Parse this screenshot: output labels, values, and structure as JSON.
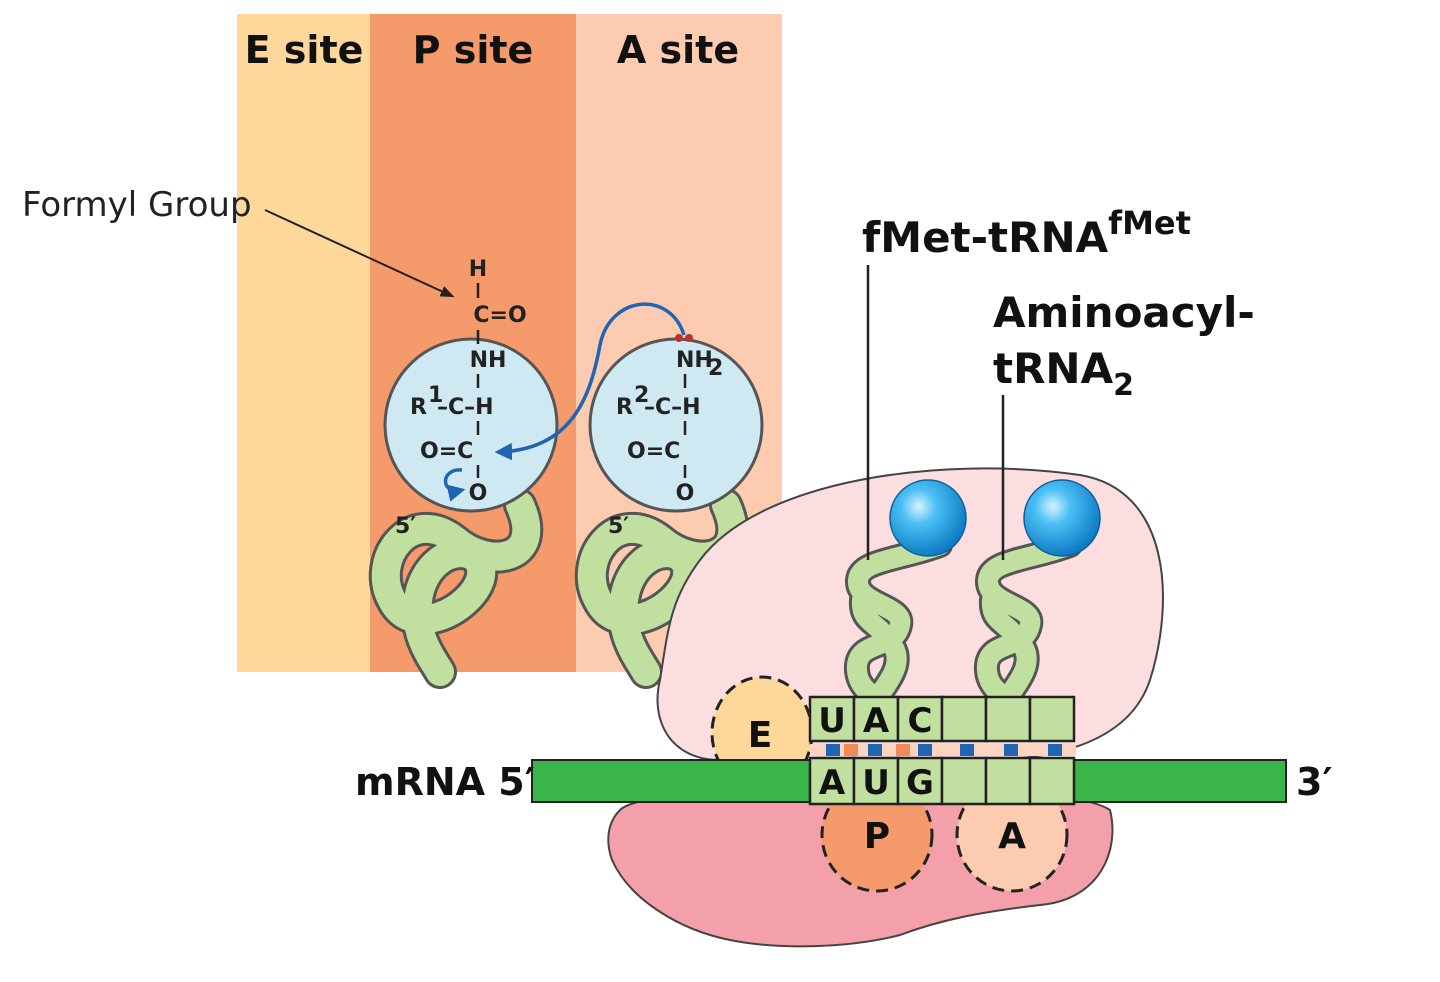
{
  "site_labels": {
    "e": "E site",
    "p": "P site",
    "a": "A site"
  },
  "annotation": {
    "formyl": "Formyl Group"
  },
  "trna_labels": {
    "fmet_main": "fMet-tRNA",
    "fmet_sup": "fMet",
    "aminoacyl_line1": "Aminoacyl-",
    "aminoacyl_line2": "tRNA",
    "aminoacyl_sub": "2"
  },
  "p_site_molecule": {
    "h_top": "H",
    "co": "C=O",
    "nh": "NH",
    "r": "R",
    "r_sup": "1",
    "c_mid": "–C–H",
    "oc": "O=C",
    "o_bottom": "O",
    "five_prime": "5′"
  },
  "a_site_molecule": {
    "nh": "NH",
    "nh_sub": "2",
    "r": "R",
    "r_sup": "2",
    "c_mid": "–C–H",
    "oc": "O=C",
    "o_bottom": "O",
    "five_prime": "5′"
  },
  "mrna": {
    "label": "mRNA 5′",
    "three_prime": "3′",
    "codon": [
      "A",
      "U",
      "G"
    ]
  },
  "anticodon": [
    "U",
    "A",
    "C"
  ],
  "ribosome_sites": {
    "e": "E",
    "p": "P",
    "a": "A"
  },
  "colors": {
    "e_site": "#fdd89a",
    "p_site": "#f59a6b",
    "a_site": "#fccbb0",
    "amino_circle": "#cfe9f3",
    "trna": "#c1e0a0",
    "mrna": "#3ab54a",
    "large_subunit": "#fcdde0",
    "small_subunit": "#f3a0aa",
    "ball": "#2aa6e6",
    "arrow": "#2064b4"
  }
}
